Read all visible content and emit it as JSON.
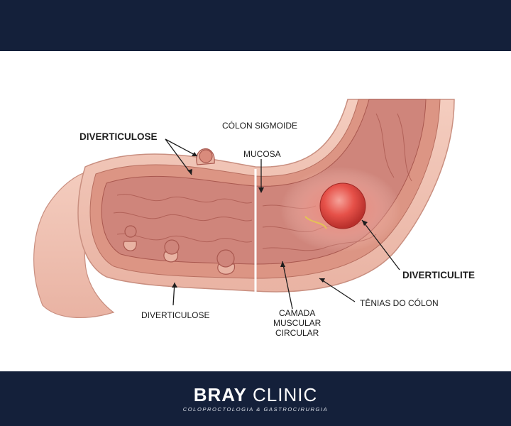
{
  "labels": {
    "sigmoid_colon": "CÓLON SIGMOIDE",
    "diverticulosis_top": "DIVERTICULOSE",
    "mucosa": "MUCOSA",
    "diverticulitis": "DIVERTICULITE",
    "taenia_coli": "TÊNIAS DO CÓLON",
    "circular_muscle": [
      "CAMADA",
      "MUSCULAR",
      "CIRCULAR"
    ],
    "diverticulosis_bottom": "DIVERTICULOSE"
  },
  "brand": {
    "name_bold": "BRAY",
    "name_light": "CLINIC",
    "tagline": "COLOPROCTOLOGIA & GASTROCIRURGIA"
  },
  "colors": {
    "band": "#14203a",
    "tissue_outer": "#efc2b3",
    "tissue_muscle": "#d98b7c",
    "mucosa": "#c97a70",
    "inflamed": "#e8504a"
  }
}
